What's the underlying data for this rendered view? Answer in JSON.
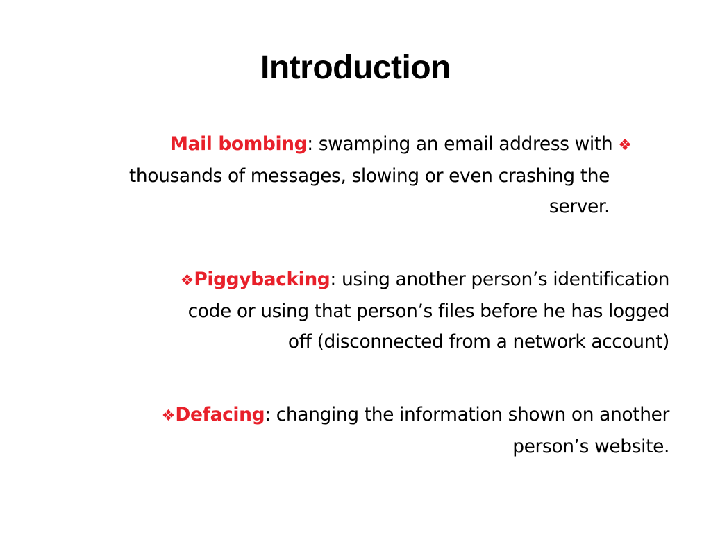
{
  "slide": {
    "title": "Introduction",
    "accent_color": "#e8202a",
    "bullet_icon": "diamond-dots-icon",
    "bullet_glyph": "❖",
    "bullets": [
      {
        "term": "Mail bombing",
        "lines": [
          ": swamping an email address with",
          "thousands of messages, slowing or even crashing the",
          "server."
        ]
      },
      {
        "term": "Piggybacking",
        "lines": [
          ": using another person’s identification",
          "code or using that person’s files before he has logged",
          "off (disconnected from a network account)"
        ]
      },
      {
        "term": "Defacing",
        "lines": [
          ": changing the information shown on another",
          "person’s website."
        ]
      }
    ]
  }
}
